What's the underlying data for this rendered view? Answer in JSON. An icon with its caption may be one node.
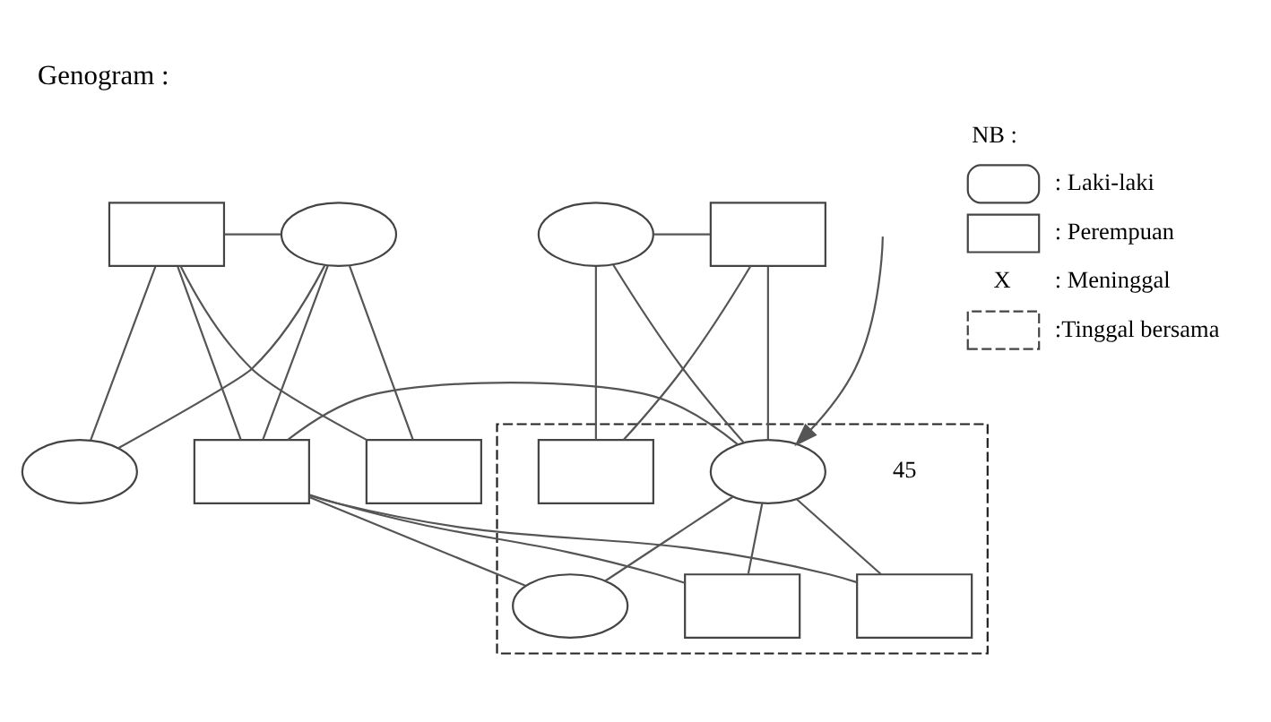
{
  "diagram": {
    "title": "Genogram :",
    "nodes": [
      {
        "text": [],
        "shape": "circle"
      },
      {
        "text": [],
        "shape": "box"
      },
      {
        "text": [],
        "shape": "circle"
      },
      {
        "text": [],
        "shape": "box"
      },
      {
        "text": [],
        "shape": "box"
      },
      {
        "text": [],
        "shape": "circle"
      },
      {
        "text": [],
        "shape": "box"
      },
      {
        "text": [],
        "shape": "box"
      },
      {
        "text": [],
        "shape": "box",
        "in": 7
      },
      {
        "text": [],
        "shape": "circle",
        "in": 7,
        "beside": [
          "45"
        ]
      },
      {
        "text": [],
        "shape": "box",
        "in": 7
      },
      {
        "text": [],
        "shape": "box",
        "in": 7
      },
      {
        "text": [],
        "shape": "circle",
        "in": 7
      }
    ],
    "edges": [
      {
        "from": 0,
        "to": 1,
        "arrow": "none"
      },
      {
        "from": 0,
        "to": 4,
        "arrow": "none"
      },
      {
        "from": 0,
        "to": 5,
        "arrow": "none"
      },
      {
        "from": 0,
        "to": 6,
        "arrow": "none"
      },
      {
        "from": 1,
        "to": 4,
        "arrow": "none"
      },
      {
        "from": 1,
        "to": 5,
        "arrow": "none"
      },
      {
        "from": 1,
        "to": 6,
        "arrow": "none"
      },
      {
        "from": 2,
        "to": 3,
        "arrow": "none"
      },
      {
        "from": 2,
        "to": 8,
        "arrow": "none"
      },
      {
        "from": 2,
        "to": 9,
        "arrow": "none"
      },
      {
        "from": 3,
        "to": 8,
        "arrow": "none"
      },
      {
        "from": 3,
        "to": 9,
        "arrow": "none"
      },
      {
        "from": 6,
        "to": 9,
        "arrow": "none"
      },
      {
        "from": 6,
        "to": 10,
        "arrow": "none"
      },
      {
        "from": 6,
        "to": 11,
        "arrow": "none"
      },
      {
        "from": 6,
        "to": 12,
        "arrow": "none"
      },
      {
        "from": 9,
        "to": 10,
        "arrow": "none"
      },
      {
        "from": 9,
        "to": 11,
        "arrow": "none"
      },
      {
        "from": 9,
        "to": 12,
        "arrow": "none"
      },
      {
        "from": null,
        "to": 9,
        "arrow": "to"
      }
    ],
    "labels": [
      "NB :",
      "X"
    ],
    "legend": [
      {
        "text": ": Laki-laki"
      },
      {
        "text": ": Perempuan"
      },
      {
        "text": ": Meninggal"
      },
      {
        "text": ":Tinggal bersama"
      }
    ]
  }
}
